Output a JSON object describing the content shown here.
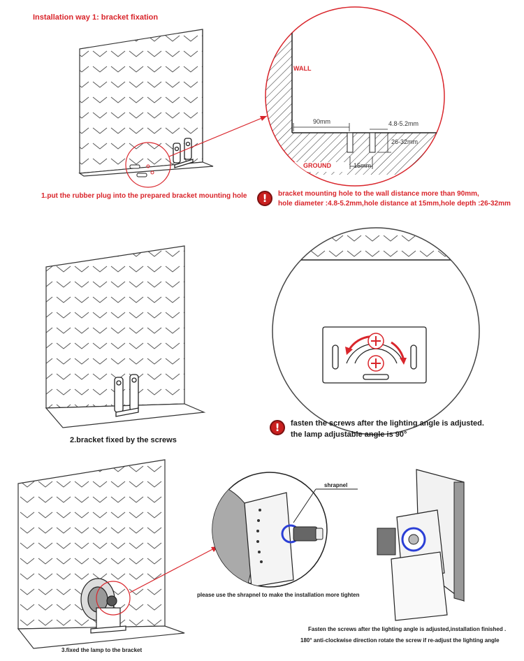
{
  "header": {
    "title": "Installation way 1: bracket fixation"
  },
  "step1": {
    "caption": "1.put the rubber plug into the prepared bracket mounting hole",
    "detail_labels": {
      "wall": "WALL",
      "ground": "GROUND",
      "dist": "90mm",
      "hole_diameter": "4.8-5.2mm",
      "hole_depth": "26-32mm",
      "hole_spacing": "15mm"
    },
    "note_line1": "bracket mounting hole to the wall distance more than 90mm,",
    "note_line2": "hole diameter :4.8-5.2mm,hole distance at 15mm,hole depth :26-32mm"
  },
  "step2": {
    "caption": "2.bracket fixed by the screws",
    "note_line1": "fasten the screws after the lighting angle is adjusted.",
    "note_line2": "the lamp adjustable angle is 90°"
  },
  "step3": {
    "caption": "3.fixed the lamp to the bracket",
    "shrapnel_label": "shrapnel",
    "shrapnel_note": "please use the shrapnel to make the installation more tighten",
    "finish_line1": "Fasten the screws after the lighting angle is adjusted,installation finished .",
    "finish_line2": "180° anti-clockwise direction rotate the screw if re-adjust the lighting angle"
  },
  "icons": {
    "warning": "!"
  },
  "colors": {
    "accent": "#d9252b",
    "line": "#222222"
  }
}
